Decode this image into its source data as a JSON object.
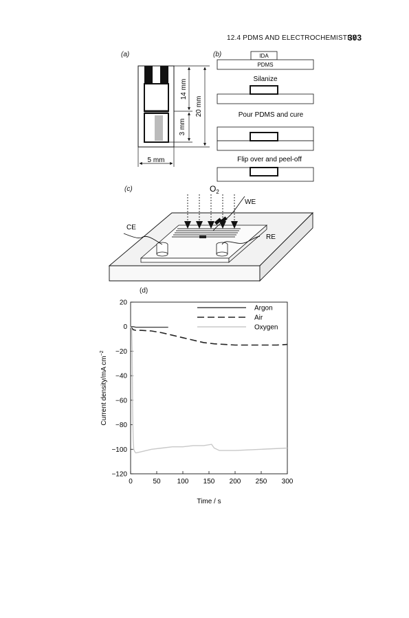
{
  "header": {
    "section": "12.4  PDMS AND ELECTROCHEMISTRY",
    "page_number": "303"
  },
  "panel_a": {
    "label": "(a)",
    "dim_14": "14 mm",
    "dim_20": "20 mm",
    "dim_3": "3 mm",
    "dim_5": "5 mm"
  },
  "panel_b": {
    "label": "(b)",
    "ida": "IDA",
    "pdms": "PDMS",
    "step1": "Silanize",
    "step2": "Pour PDMS and cure",
    "step3": "Flip over and peel-off"
  },
  "panel_c": {
    "label": "(c)",
    "o2": "O",
    "o2_sub": "2",
    "we": "WE",
    "ce": "CE",
    "re": "RE"
  },
  "panel_d": {
    "label": "(d)"
  },
  "chart_data": {
    "type": "line",
    "xlabel": "Time / s",
    "ylabel": "Current density/mA cm",
    "ylabel_sup": "−2",
    "xlim": [
      0,
      300
    ],
    "ylim": [
      -120,
      20
    ],
    "xticks": [
      0,
      50,
      100,
      150,
      200,
      250,
      300
    ],
    "yticks": [
      20,
      0,
      -20,
      -40,
      -60,
      -80,
      -100,
      -120
    ],
    "ytick_labels": [
      "20",
      "0",
      "−20",
      "−40",
      "−60",
      "−80",
      "−100",
      "−120"
    ],
    "legend_position": "top-right",
    "series": [
      {
        "name": "Argon",
        "style": "solid",
        "color": "#444444",
        "x": [
          0,
          5,
          10,
          30,
          50,
          72
        ],
        "y": [
          0,
          0,
          -0.5,
          -0.5,
          -0.5,
          -0.5
        ]
      },
      {
        "name": "Air",
        "style": "dashed",
        "color": "#222222",
        "x": [
          0,
          2,
          5,
          10,
          20,
          40,
          60,
          80,
          100,
          120,
          140,
          160,
          180,
          200,
          220,
          250,
          280,
          300
        ],
        "y": [
          0,
          -1,
          -2.5,
          -3,
          -3,
          -3.5,
          -5,
          -7,
          -9,
          -11,
          -13,
          -14,
          -14.5,
          -15,
          -15,
          -15,
          -15,
          -14.5
        ]
      },
      {
        "name": "Oxygen",
        "style": "solid",
        "color": "#c8c8c8",
        "x": [
          0,
          2,
          3,
          4,
          5,
          6,
          8,
          10,
          20,
          40,
          60,
          80,
          100,
          120,
          140,
          155,
          160,
          170,
          200,
          250,
          300
        ],
        "y": [
          0,
          -2,
          -20,
          -70,
          -93,
          -100,
          -102,
          -103,
          -102,
          -100,
          -99,
          -98,
          -98,
          -97,
          -97,
          -96,
          -99,
          -101,
          -101,
          -100,
          -99
        ]
      }
    ]
  }
}
